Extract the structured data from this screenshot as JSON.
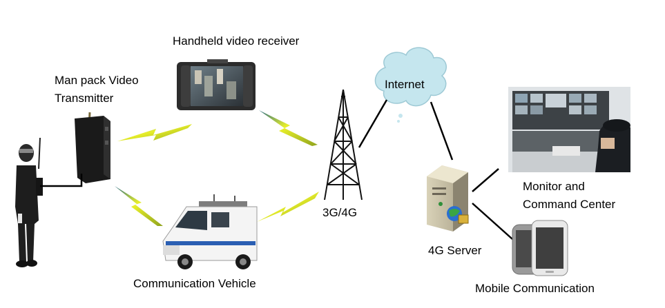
{
  "labels": {
    "handheld": "Handheld video receiver",
    "manpack_line1": "Man pack Video",
    "manpack_line2": "Transmitter",
    "internet": "Internet",
    "tower": "3G/4G",
    "monitor_line1": "Monitor and",
    "monitor_line2": "Command Center",
    "server": "4G Server",
    "vehicle": "Communication Vehicle",
    "mobile": "Mobile Communication"
  },
  "icons": {
    "soldier": "soldier-icon",
    "transmitter": "transmitter-device-icon",
    "receiver": "handheld-receiver-icon",
    "vehicle": "van-icon",
    "tower": "cell-tower-icon",
    "cloud": "cloud-icon",
    "server": "server-icon",
    "monitor": "command-center-photo",
    "phone": "smartphone-icon"
  },
  "colors": {
    "lightning": "#e8ef2a",
    "cloud": "#bfe3ec",
    "connector": "#000000"
  }
}
